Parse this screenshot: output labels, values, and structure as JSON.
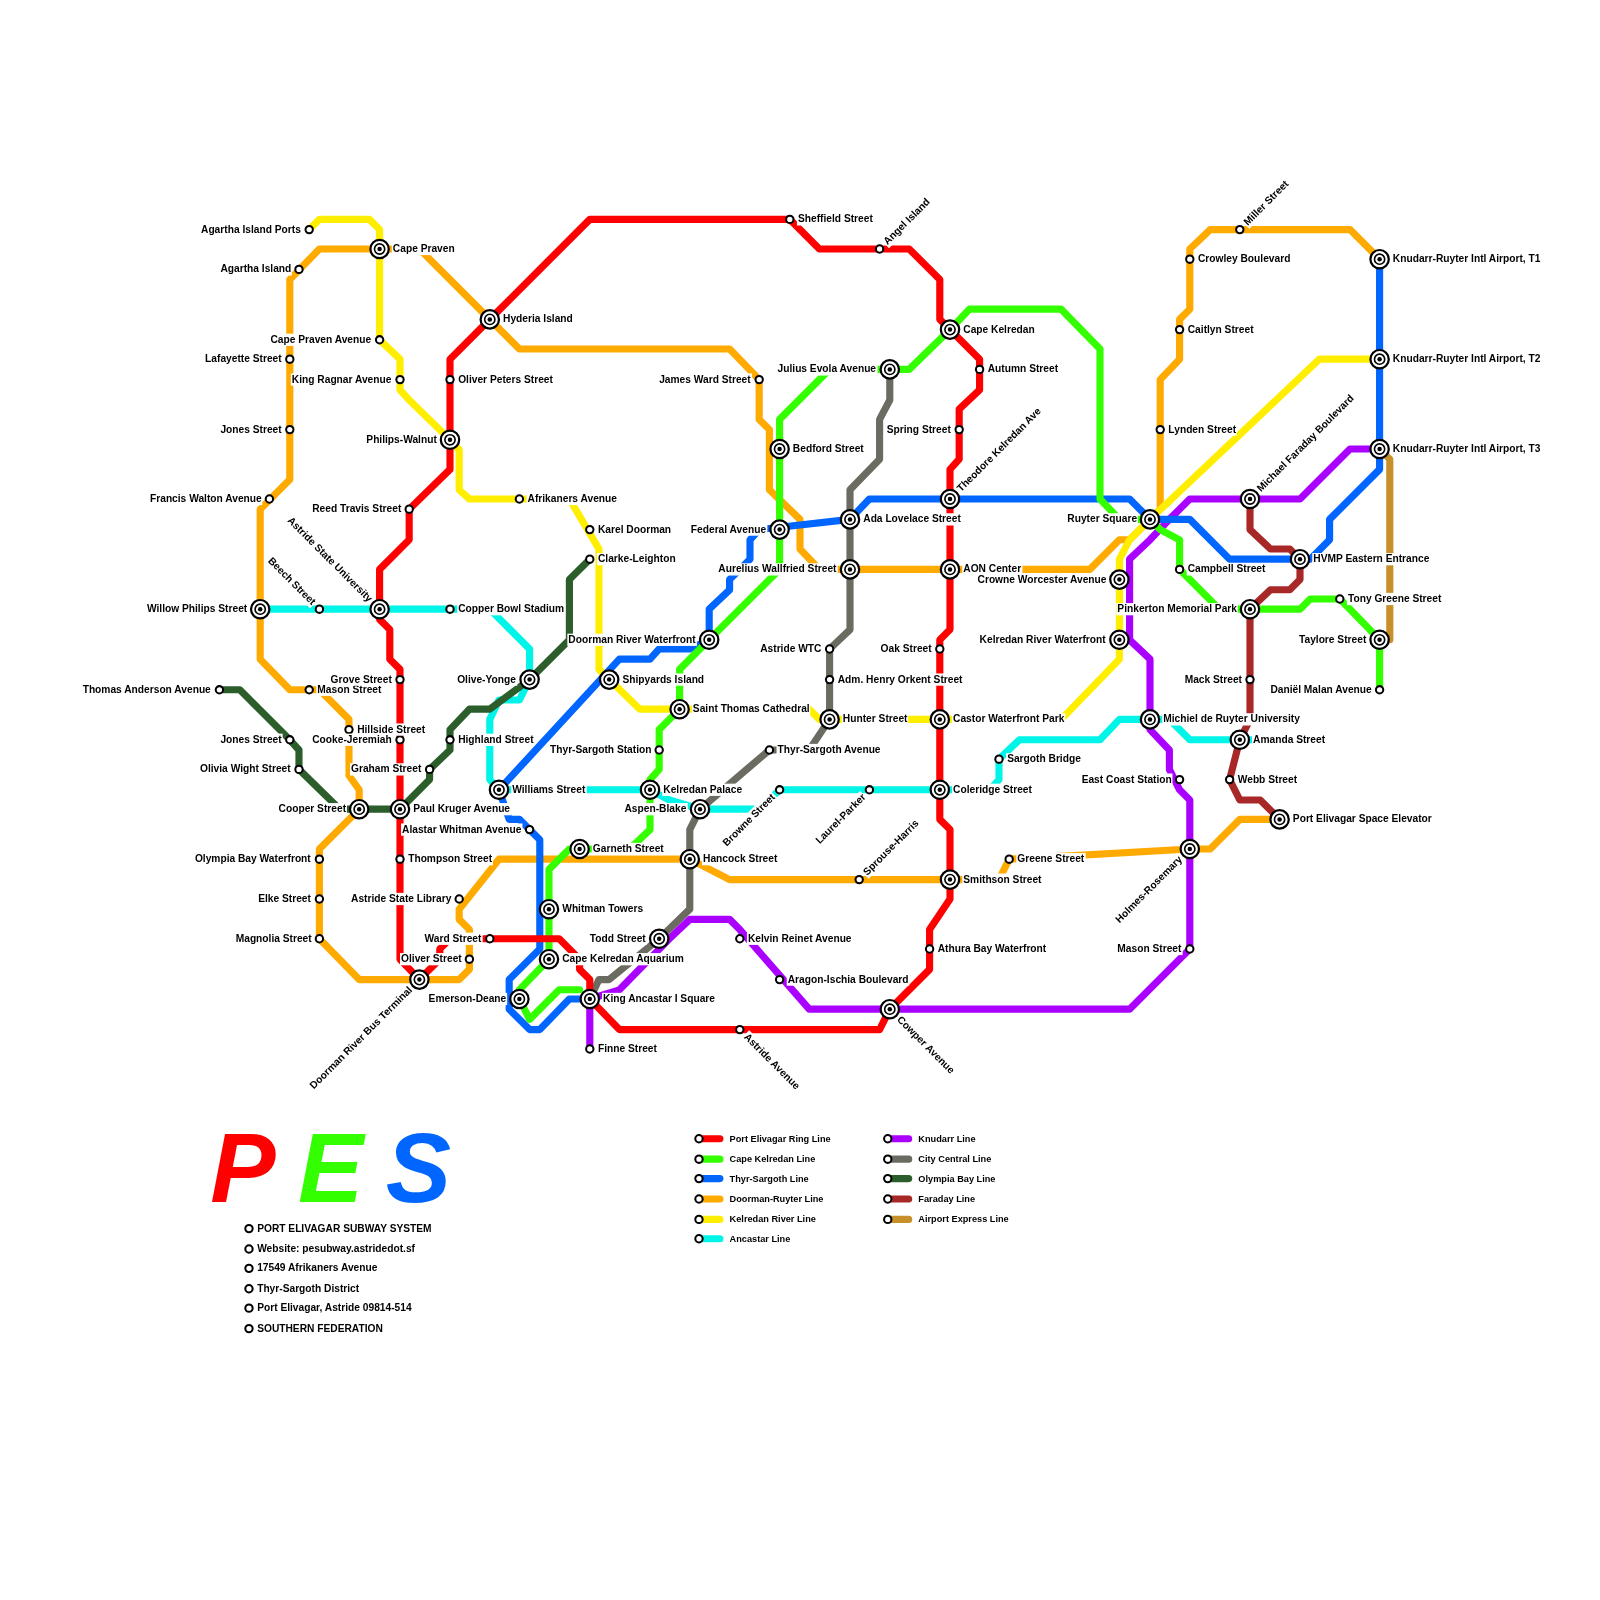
{
  "diagram": {
    "title": "PES",
    "labels": [
      "Agartha Island Ports",
      "Cape Praven",
      "Agartha Island",
      "Cape Praven Avenue",
      "Lafayette Street",
      "King Ragnar Avenue",
      "Jones Street",
      "Francis Walton Avenue",
      "Willow Philips Street",
      "Beech Street",
      "Astride State University",
      "Copper Bowl Stadium",
      "Thomas Anderson Avenue",
      "Mason Street",
      "Grove Street",
      "Hillside Street",
      "Cooke-Jeremiah",
      "Jones Street",
      "Highland Street",
      "Olivia Wight Street",
      "Graham Street",
      "Cooper Street",
      "Paul Kruger Avenue",
      "Alastar Whitman Avenue",
      "Olympia Bay Waterfront",
      "Thompson Street",
      "Elke Street",
      "Astride State Library",
      "Magnolia Street",
      "Ward Street",
      "Oliver Street",
      "Doorman River Bus Terminal",
      "Emerson-Deane",
      "Hyderia Island",
      "Oliver Peters Street",
      "Philips-Walnut",
      "Reed Travis Street",
      "Afrikaners Avenue",
      "Karel Doorman",
      "Clarke-Leighton",
      "Olive-Yonge",
      "Shipyards Island",
      "Williams Street",
      "Kelredan Palace",
      "Aspen-Blake",
      "Garneth Street",
      "Whitman Towers",
      "Cape Kelredan Aquarium",
      "King Ancastar I Square",
      "Finne Street",
      "Todd Street",
      "Hancock Street",
      "Thyr-Sargoth Station",
      "Saint Thomas Cathedral",
      "Doorman River Waterfront",
      "Federal Avenue",
      "Aurelius Wallfried Street",
      "Bedford Street",
      "James Ward Street",
      "Julius Evola Avenue",
      "Sheffield Street",
      "Angel Island",
      "Cape Kelredan",
      "Autumn Street",
      "Spring Street",
      "Theodore Kelredan Ave",
      "Ada Lovelace Street",
      "AON Center",
      "Astride WTC",
      "Adm. Henry Orkent Street",
      "Oak Street",
      "Hunter Street",
      "Castor Waterfront Park",
      "Thyr-Sargoth Avenue",
      "Browne Street",
      "Laurel-Parker",
      "Coleridge Street",
      "Sprouse-Harris",
      "Smithson Street",
      "Kelvin Reinet Avenue",
      "Athura Bay Waterfront",
      "Aragon-Ischia Boulevard",
      "Astride Avenue",
      "Cowper Avenue",
      "Sargoth Bridge",
      "Greene Street",
      "Miller Street",
      "Crowley Boulevard",
      "Knudarr-Ruyter Intl Airport, T1",
      "Caitlyn Street",
      "Knudarr-Ruyter Intl Airport, T2",
      "Lynden Street",
      "Knudarr-Ruyter Intl Airport, T3",
      "Michael Faraday Boulevard",
      "Ruyter Square",
      "Campbell Street",
      "HVMP Eastern Entrance",
      "Crowne Worcester Avenue",
      "Pinkerton Memorial Park",
      "Tony Greene Street",
      "Kelredan River Waterfront",
      "Taylore Street",
      "Mack Street",
      "Daniël Malan Avenue",
      "Michiel de Ruyter University",
      "Amanda Street",
      "East Coast Station",
      "Webb Street",
      "Port Elivagar Space Elevator",
      "Holmes-Rosemary",
      "Mason Street",
      "PORT ELIVAGAR SUBWAY SYSTEM",
      "Website: pesubway.astridedot.sf",
      "17549 Afrikaners Avenue",
      "Thyr-Sargoth District",
      "Port Elivagar, Astride 09814-514",
      "SOUTHERN FEDERATION"
    ],
    "legend": [
      {
        "text": "Port Elivagar Ring Line",
        "color": "#ff0000"
      },
      {
        "text": "Cape Kelredan Line",
        "color": "#33ff00"
      },
      {
        "text": "Thyr-Sargoth Line",
        "color": "#0066ff"
      },
      {
        "text": "Doorman-Ruyter Line",
        "color": "#ffaa00"
      },
      {
        "text": "Kelredan River Line",
        "color": "#ffee00"
      },
      {
        "text": "Ancastar Line",
        "color": "#00f5e8"
      },
      {
        "text": "Knudarr Line",
        "color": "#aa00ff"
      },
      {
        "text": "City Central Line",
        "color": "#6b6b61"
      },
      {
        "text": "Olympia Bay Line",
        "color": "#2b5e2b"
      },
      {
        "text": "Faraday Line",
        "color": "#a82828"
      },
      {
        "text": "Airport Express Line",
        "color": "#c8902a"
      }
    ]
  }
}
